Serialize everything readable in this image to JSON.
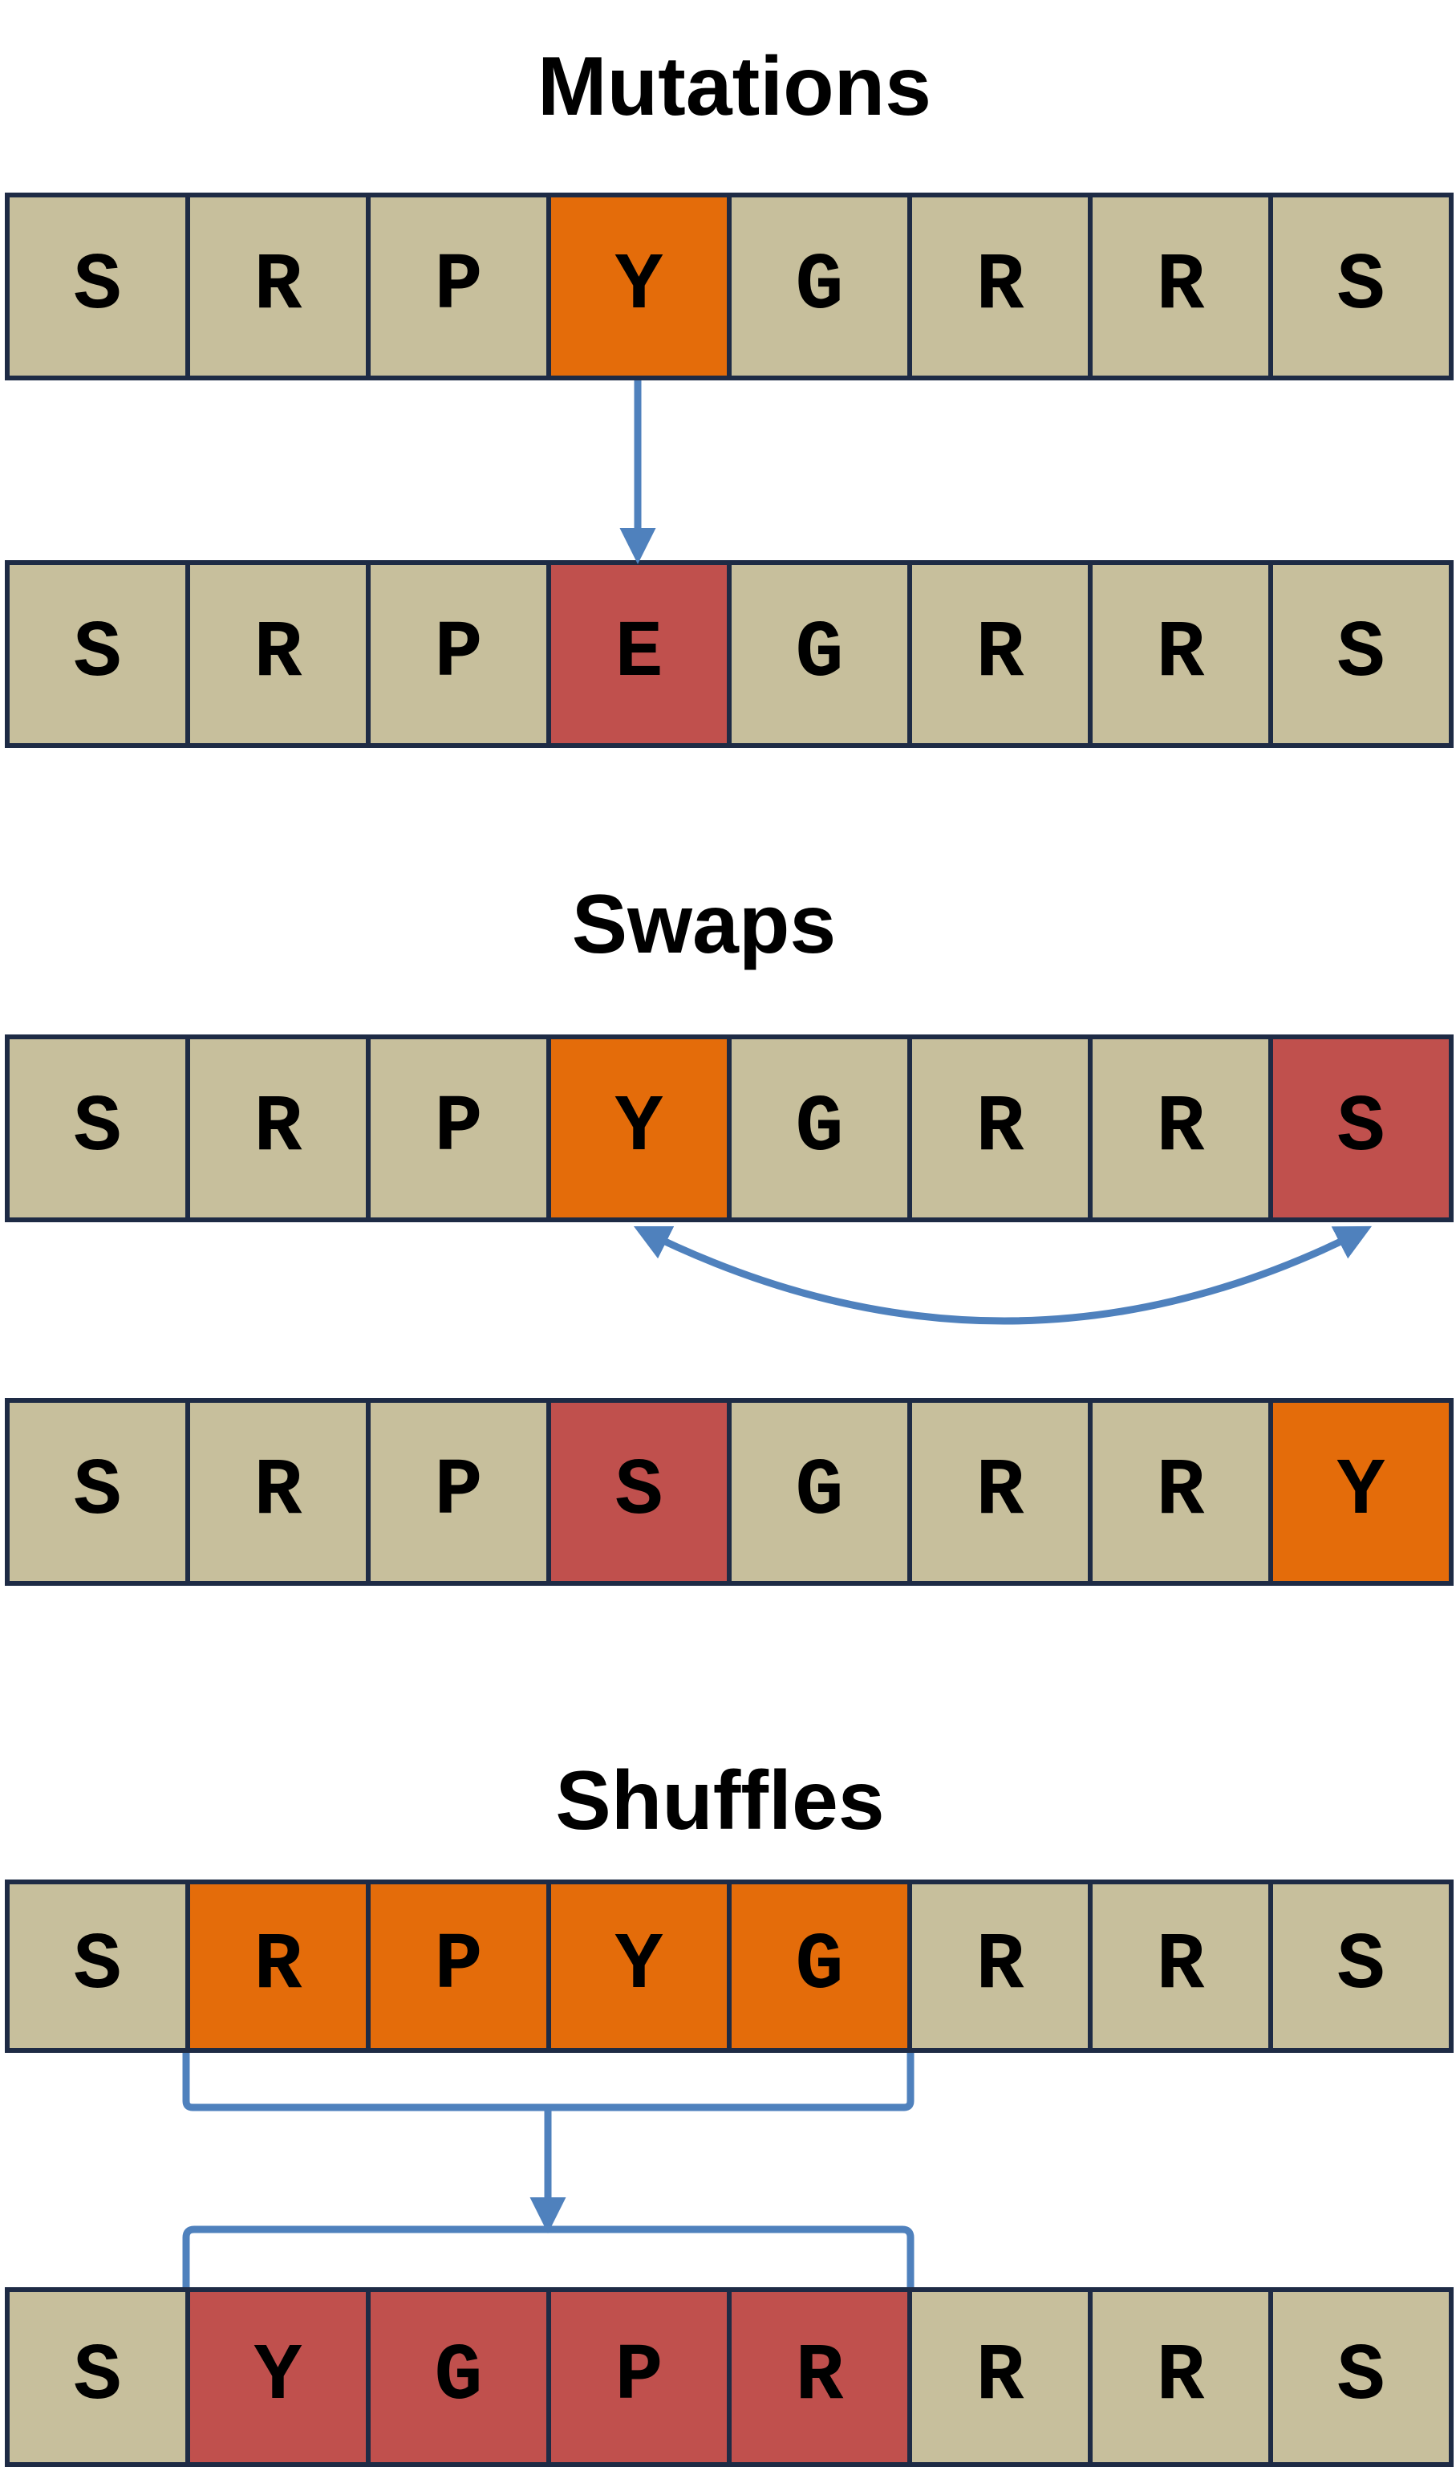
{
  "sections": {
    "mutations": {
      "title": "Mutations",
      "before": [
        {
          "letter": "S",
          "state": "normal"
        },
        {
          "letter": "R",
          "state": "normal"
        },
        {
          "letter": "P",
          "state": "normal"
        },
        {
          "letter": "Y",
          "state": "orange"
        },
        {
          "letter": "G",
          "state": "normal"
        },
        {
          "letter": "R",
          "state": "normal"
        },
        {
          "letter": "R",
          "state": "normal"
        },
        {
          "letter": "S",
          "state": "normal"
        }
      ],
      "after": [
        {
          "letter": "S",
          "state": "normal"
        },
        {
          "letter": "R",
          "state": "normal"
        },
        {
          "letter": "P",
          "state": "normal"
        },
        {
          "letter": "E",
          "state": "red"
        },
        {
          "letter": "G",
          "state": "normal"
        },
        {
          "letter": "R",
          "state": "normal"
        },
        {
          "letter": "R",
          "state": "normal"
        },
        {
          "letter": "S",
          "state": "normal"
        }
      ]
    },
    "swaps": {
      "title": "Swaps",
      "before": [
        {
          "letter": "S",
          "state": "normal"
        },
        {
          "letter": "R",
          "state": "normal"
        },
        {
          "letter": "P",
          "state": "normal"
        },
        {
          "letter": "Y",
          "state": "orange"
        },
        {
          "letter": "G",
          "state": "normal"
        },
        {
          "letter": "R",
          "state": "normal"
        },
        {
          "letter": "R",
          "state": "normal"
        },
        {
          "letter": "S",
          "state": "red"
        }
      ],
      "after": [
        {
          "letter": "S",
          "state": "normal"
        },
        {
          "letter": "R",
          "state": "normal"
        },
        {
          "letter": "P",
          "state": "normal"
        },
        {
          "letter": "S",
          "state": "red"
        },
        {
          "letter": "G",
          "state": "normal"
        },
        {
          "letter": "R",
          "state": "normal"
        },
        {
          "letter": "R",
          "state": "normal"
        },
        {
          "letter": "Y",
          "state": "orange"
        }
      ]
    },
    "shuffles": {
      "title": "Shuffles",
      "before": [
        {
          "letter": "S",
          "state": "normal"
        },
        {
          "letter": "R",
          "state": "orange"
        },
        {
          "letter": "P",
          "state": "orange"
        },
        {
          "letter": "Y",
          "state": "orange"
        },
        {
          "letter": "G",
          "state": "orange"
        },
        {
          "letter": "R",
          "state": "normal"
        },
        {
          "letter": "R",
          "state": "normal"
        },
        {
          "letter": "S",
          "state": "normal"
        }
      ],
      "after": [
        {
          "letter": "S",
          "state": "normal"
        },
        {
          "letter": "Y",
          "state": "red"
        },
        {
          "letter": "G",
          "state": "red"
        },
        {
          "letter": "P",
          "state": "red"
        },
        {
          "letter": "R",
          "state": "red"
        },
        {
          "letter": "R",
          "state": "normal"
        },
        {
          "letter": "R",
          "state": "normal"
        },
        {
          "letter": "S",
          "state": "normal"
        }
      ]
    }
  },
  "colors": {
    "normal": "#c7bf9c",
    "orange": "#e46c0a",
    "red": "#c0504d",
    "border": "#1e2b45",
    "connector": "#4f81bd"
  }
}
